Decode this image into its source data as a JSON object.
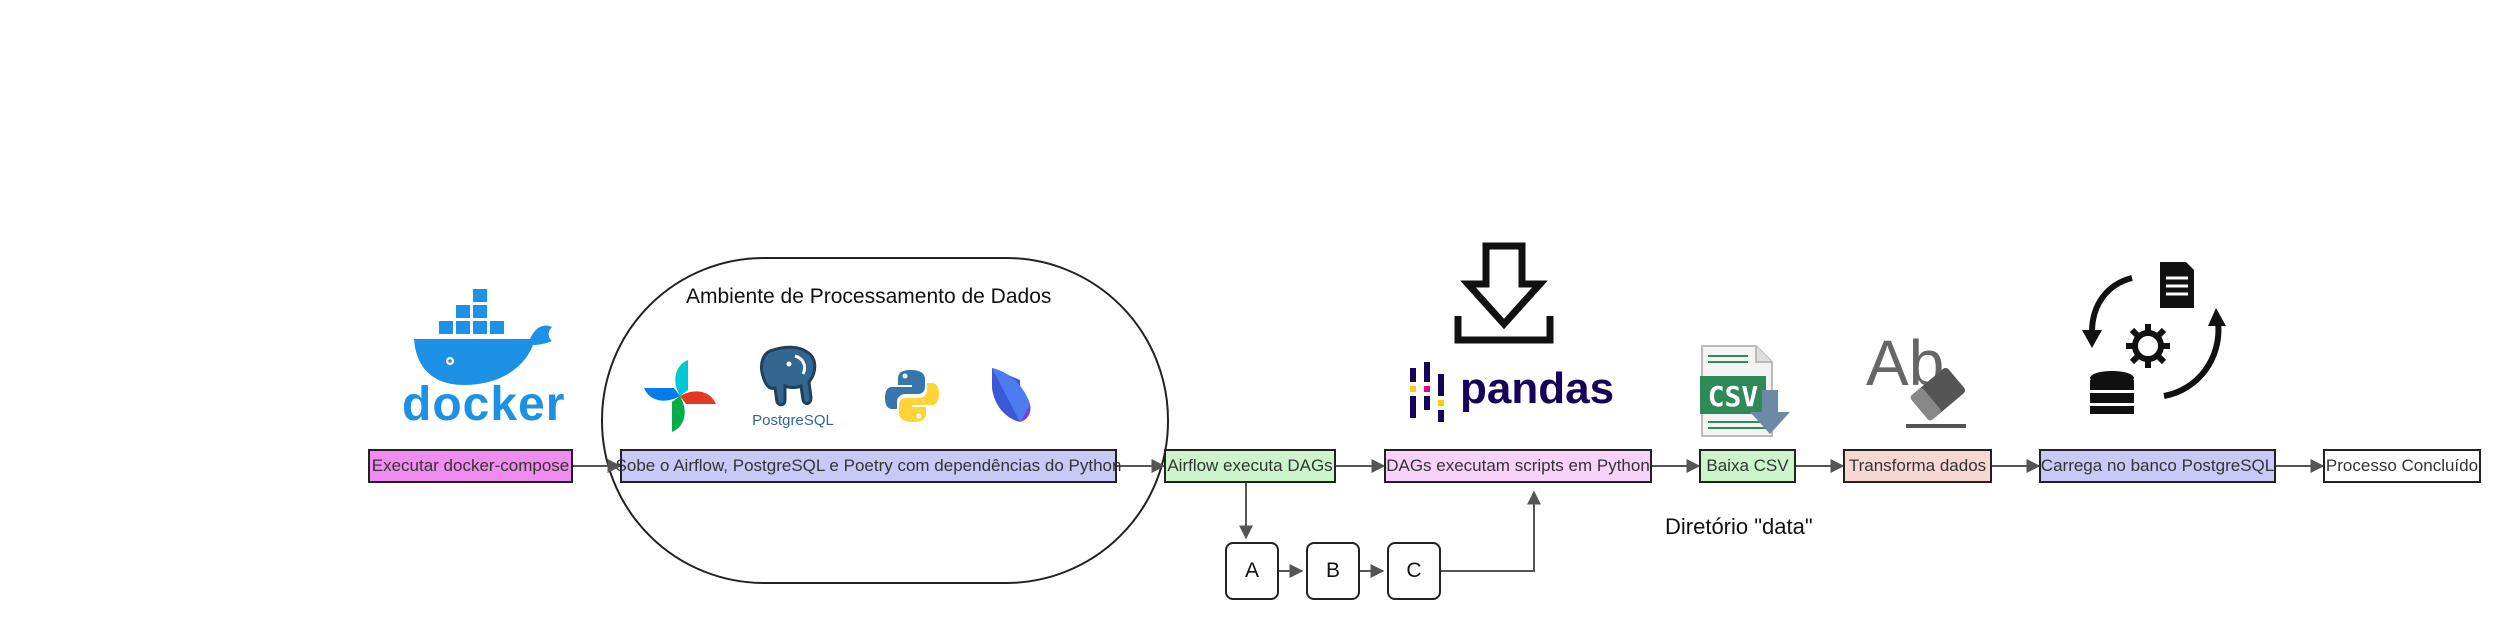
{
  "diagram": {
    "group_title": "Ambiente de Processamento de Dados",
    "steps": [
      {
        "id": "docker",
        "label": "Executar docker-compose",
        "fill": "#f08cf0"
      },
      {
        "id": "env",
        "label": "Sobe o Airflow, PostgreSQL e Poetry com dependências do Python",
        "fill": "#c9c9f7"
      },
      {
        "id": "airflow",
        "label": "Airflow executa DAGs",
        "fill": "#ccf5cc"
      },
      {
        "id": "dags",
        "label": "DAGs executam scripts em Python",
        "fill": "#f8d2f8"
      },
      {
        "id": "csv",
        "label": "Baixa CSV",
        "fill": "#ccf5cc"
      },
      {
        "id": "transform",
        "label": "Transforma dados",
        "fill": "#f8d8d2"
      },
      {
        "id": "load",
        "label": "Carrega no banco PostgreSQL",
        "fill": "#c9c9f7"
      },
      {
        "id": "done",
        "label": "Processo Concluído",
        "fill": "#ffffff"
      }
    ],
    "tasks": [
      "A",
      "B",
      "C"
    ],
    "data_dir_label": "Diretório \"data\"",
    "logos": {
      "docker_text": "docker",
      "postgres_text": "PostgreSQL",
      "pandas_text": "pandas",
      "csv_text": "CSV",
      "transform_text": "Ab"
    }
  },
  "icons": {
    "docker": "docker-whale-icon",
    "airflow": "airflow-pinwheel-icon",
    "postgresql": "postgresql-elephant-icon",
    "python": "python-icon",
    "poetry": "poetry-icon",
    "download": "download-arrow-icon",
    "pandas": "pandas-icon",
    "csv": "csv-file-icon",
    "transform": "text-eraser-icon",
    "etl": "database-cycle-icon"
  },
  "colors": {
    "docker_blue": "#1d91e6",
    "edge": "#555555",
    "csv_green": "#2e8b57",
    "pandas_navy": "#150458"
  }
}
